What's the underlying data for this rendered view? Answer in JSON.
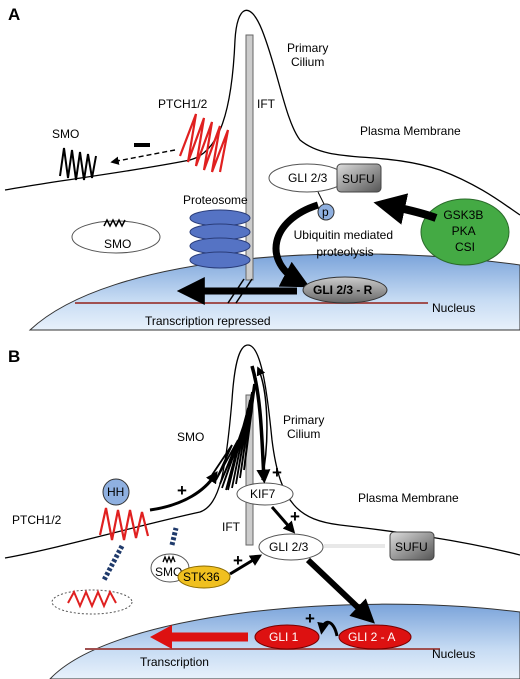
{
  "panel_a": {
    "label": "A",
    "cilium_label": "Primary\nCilium",
    "ift_label": "IFT",
    "ptch_label": "PTCH1/2",
    "smo_label": "SMO",
    "smo_vesicle_label": "SMO",
    "plasma_membrane_label": "Plasma Membrane",
    "gli_label": "GLI 2/3",
    "sufu_label": "SUFU",
    "phospho_label": "p",
    "proteosome_label": "Proteosome",
    "proteolysis_label": "Ubiquitin mediated\nproteolysis",
    "kinase_label": "GSK3B\nPKA\nCSI",
    "gli_repressor_label": "GLI 2/3 - R",
    "nucleus_label": "Nucleus",
    "transcription_label": "Transcription repressed",
    "inhibit_symbol": "−"
  },
  "panel_b": {
    "label": "B",
    "cilium_label": "Primary\nCilium",
    "smo_label": "SMO",
    "hh_label": "HH",
    "ptch_label": "PTCH1/2",
    "ift_label": "IFT",
    "kif7_label": "KIF7",
    "plasma_membrane_label": "Plasma Membrane",
    "gli_label": "GLI 2/3",
    "sufu_label": "SUFU",
    "stk36_label": "STK36",
    "smo_vesicle_label": "SMO",
    "gli1_label": "GLI 1",
    "gli2a_label": "GLI 2 - A",
    "nucleus_label": "Nucleus",
    "transcription_label": "Transcription",
    "plus_symbol": "+"
  },
  "colors": {
    "ptch_red": "#e02020",
    "gli_red": "#dd1111",
    "nucleus_blue": "#bcd3f0",
    "kinase_green": "#44aa44",
    "stk36_yellow": "#f0c020",
    "hh_blue": "#8fb0e0",
    "proteosome_blue": "#5573c4",
    "sufu_gray": "#777777"
  }
}
